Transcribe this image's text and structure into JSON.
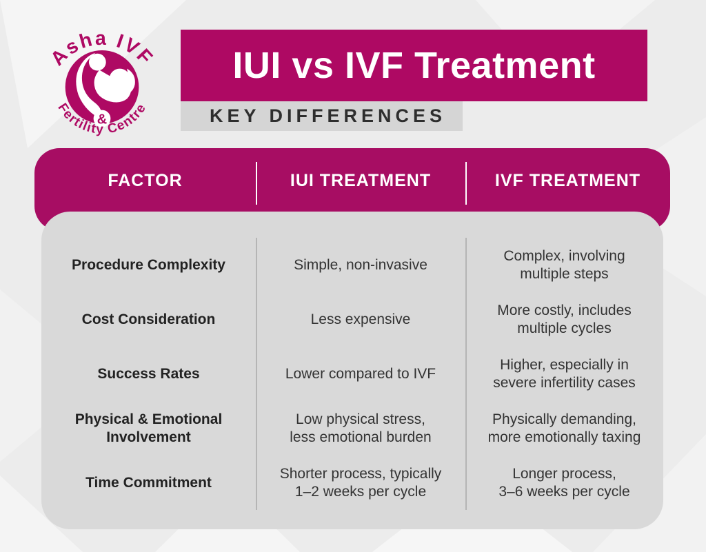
{
  "colors": {
    "brand_magenta": "#ae0963",
    "header_magenta": "#a70d63",
    "subtitle_bar_gray": "#d5d5d5",
    "body_panel_gray": "#d9d9d9",
    "page_background": "#ececec",
    "text_dark": "#2e2e2e"
  },
  "logo": {
    "arc_top": "Asha IVF",
    "ampersand": "&",
    "arc_bottom": "Fertility Centre"
  },
  "header": {
    "title": "IUI vs IVF Treatment",
    "subtitle": "KEY DIFFERENCES"
  },
  "table": {
    "columns": [
      "FACTOR",
      "IUI TREATMENT",
      "IVF TREATMENT"
    ],
    "rows": [
      {
        "factor": "Procedure Complexity",
        "iui": "Simple, non-invasive",
        "ivf": "Complex, involving\nmultiple steps"
      },
      {
        "factor": "Cost Consideration",
        "iui": "Less expensive",
        "ivf": "More costly, includes\nmultiple cycles"
      },
      {
        "factor": "Success Rates",
        "iui": "Lower compared to IVF",
        "ivf": "Higher, especially in\nsevere infertility cases"
      },
      {
        "factor": "Physical & Emotional\nInvolvement",
        "iui": "Low physical stress,\nless emotional burden",
        "ivf": "Physically demanding,\nmore emotionally taxing"
      },
      {
        "factor": "Time Commitment",
        "iui": "Shorter process, typically\n1–2 weeks per cycle",
        "ivf": "Longer process,\n3–6 weeks per cycle"
      }
    ]
  }
}
